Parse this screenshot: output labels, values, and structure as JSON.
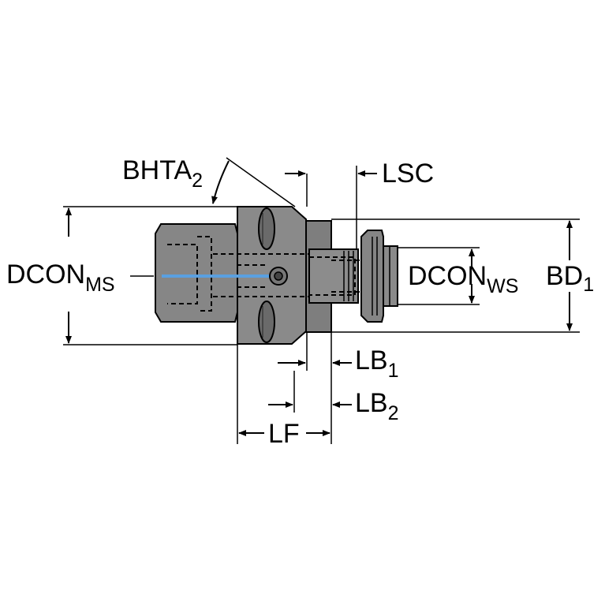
{
  "labels": {
    "bhta_main": "BHTA",
    "bhta_sub": "2",
    "lsc": "LSC",
    "dcon_ms_main": "DCON",
    "dcon_ms_sub": "MS",
    "dcon_ws_main": "DCON",
    "dcon_ws_sub": "WS",
    "bd_main": "BD",
    "bd_sub": "1",
    "lb1_main": "LB",
    "lb1_sub": "1",
    "lb2_main": "LB",
    "lb2_sub": "2",
    "lf": "LF"
  },
  "colors": {
    "body_fill": "#808080",
    "body_dark": "#5e5e5e",
    "body_light": "#9a9a9a",
    "outline": "#000000",
    "coolant_channel": "#5aa0e0",
    "background": "#ffffff"
  }
}
